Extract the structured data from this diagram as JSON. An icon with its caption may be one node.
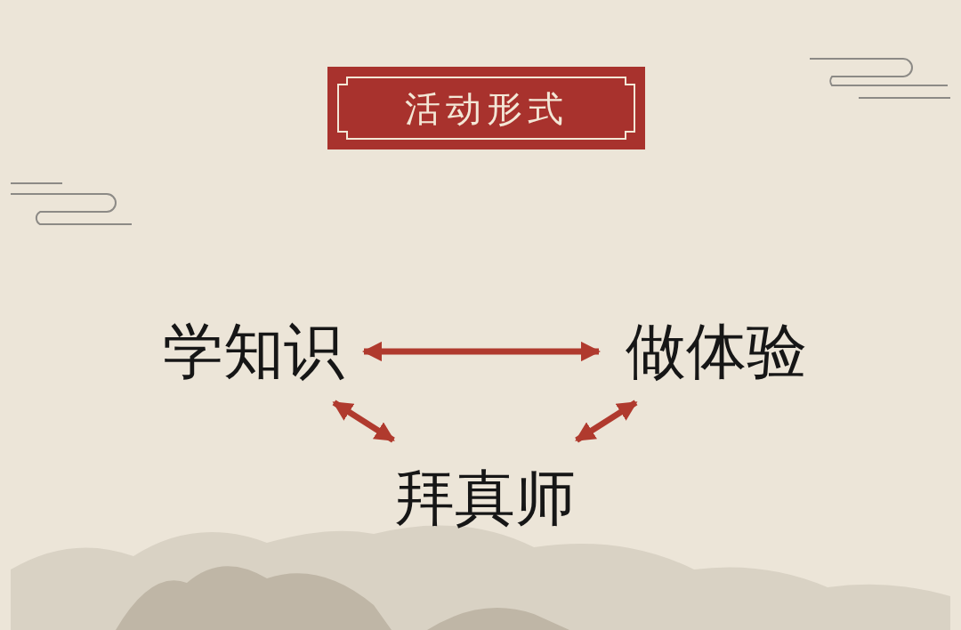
{
  "diagram": {
    "title": "活动形式",
    "nodes": [
      {
        "text": [
          "学知识"
        ]
      },
      {
        "text": [
          "做体验"
        ]
      },
      {
        "text": [
          "拜真师"
        ]
      }
    ],
    "edges": [
      {
        "from": 0,
        "to": 1,
        "arrow": "both"
      },
      {
        "from": 0,
        "to": 2,
        "arrow": "both"
      },
      {
        "from": 1,
        "to": 2,
        "arrow": "both"
      }
    ]
  }
}
